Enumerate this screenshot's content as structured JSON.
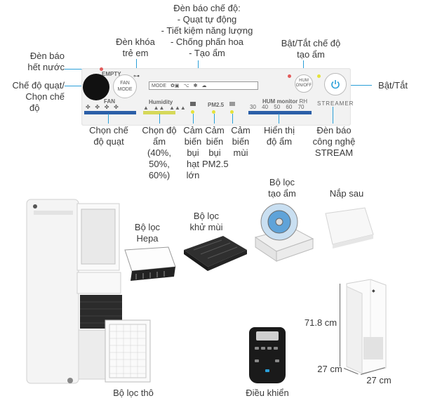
{
  "labels": {
    "mode_title": "Đèn báo chế độ:",
    "mode_items": [
      "- Quạt tự động",
      "- Tiết kiệm năng lượng",
      "- Chống phấn hoa",
      "- Tạo ẩm"
    ],
    "child_lock": [
      "Đèn khóa",
      "trẻ em"
    ],
    "water_empty": [
      "Đèn báo",
      "hết nước"
    ],
    "fan_mode": [
      "Chế độ quạt/",
      "Chọn chế",
      "độ"
    ],
    "hum_onoff": [
      "Bật/Tắt chế độ",
      "tạo ẩm"
    ],
    "power": "Bật/Tắt",
    "fan_select": [
      "Chọn chế",
      "độ quạt"
    ],
    "humidity_select": [
      "Chọn độ",
      "ẩm",
      "(40%,",
      "50%,",
      "60%)"
    ],
    "large_dust": [
      "Cảm",
      "biến",
      "bụi",
      "hạt",
      "lớn"
    ],
    "pm25_sensor": [
      "Cảm",
      "biến",
      "bụi",
      "PM2.5"
    ],
    "odor_sensor": [
      "Cảm",
      "biến",
      "mùi"
    ],
    "humidity_display": [
      "Hiển thị",
      "độ ẩm"
    ],
    "streamer": [
      "Đèn báo",
      "công nghệ",
      "STREAM"
    ],
    "hepa": [
      "Bộ lọc",
      "Hepa"
    ],
    "deodor": [
      "Bộ lọc",
      "khử mùi"
    ],
    "humidifier": [
      "Bộ lọc",
      "tạo ẩm"
    ],
    "back_cover": "Nắp sau",
    "coarse": "Bộ lọc thô",
    "remote": "Điều khiển",
    "height": "71.8 cm",
    "depth": "27 cm",
    "width": "27 cm"
  },
  "panel": {
    "empty": "EMPTY",
    "fan_btn": [
      "FAN",
      "MODE"
    ],
    "mode": "MODE",
    "fan": "FAN",
    "humidity": "Humidity",
    "pm25": "PM2.5",
    "hum_monitor": "HUM monitor",
    "rh": "RH",
    "scale": [
      "30",
      "40",
      "50",
      "60",
      "70"
    ],
    "hum_btn": [
      "HUM",
      "ON/OFF"
    ],
    "streamer": "STREAMER"
  },
  "colors": {
    "accent": "#2a9fd8",
    "led_red": "#e25b5b",
    "led_yellow": "#e4e23a"
  }
}
